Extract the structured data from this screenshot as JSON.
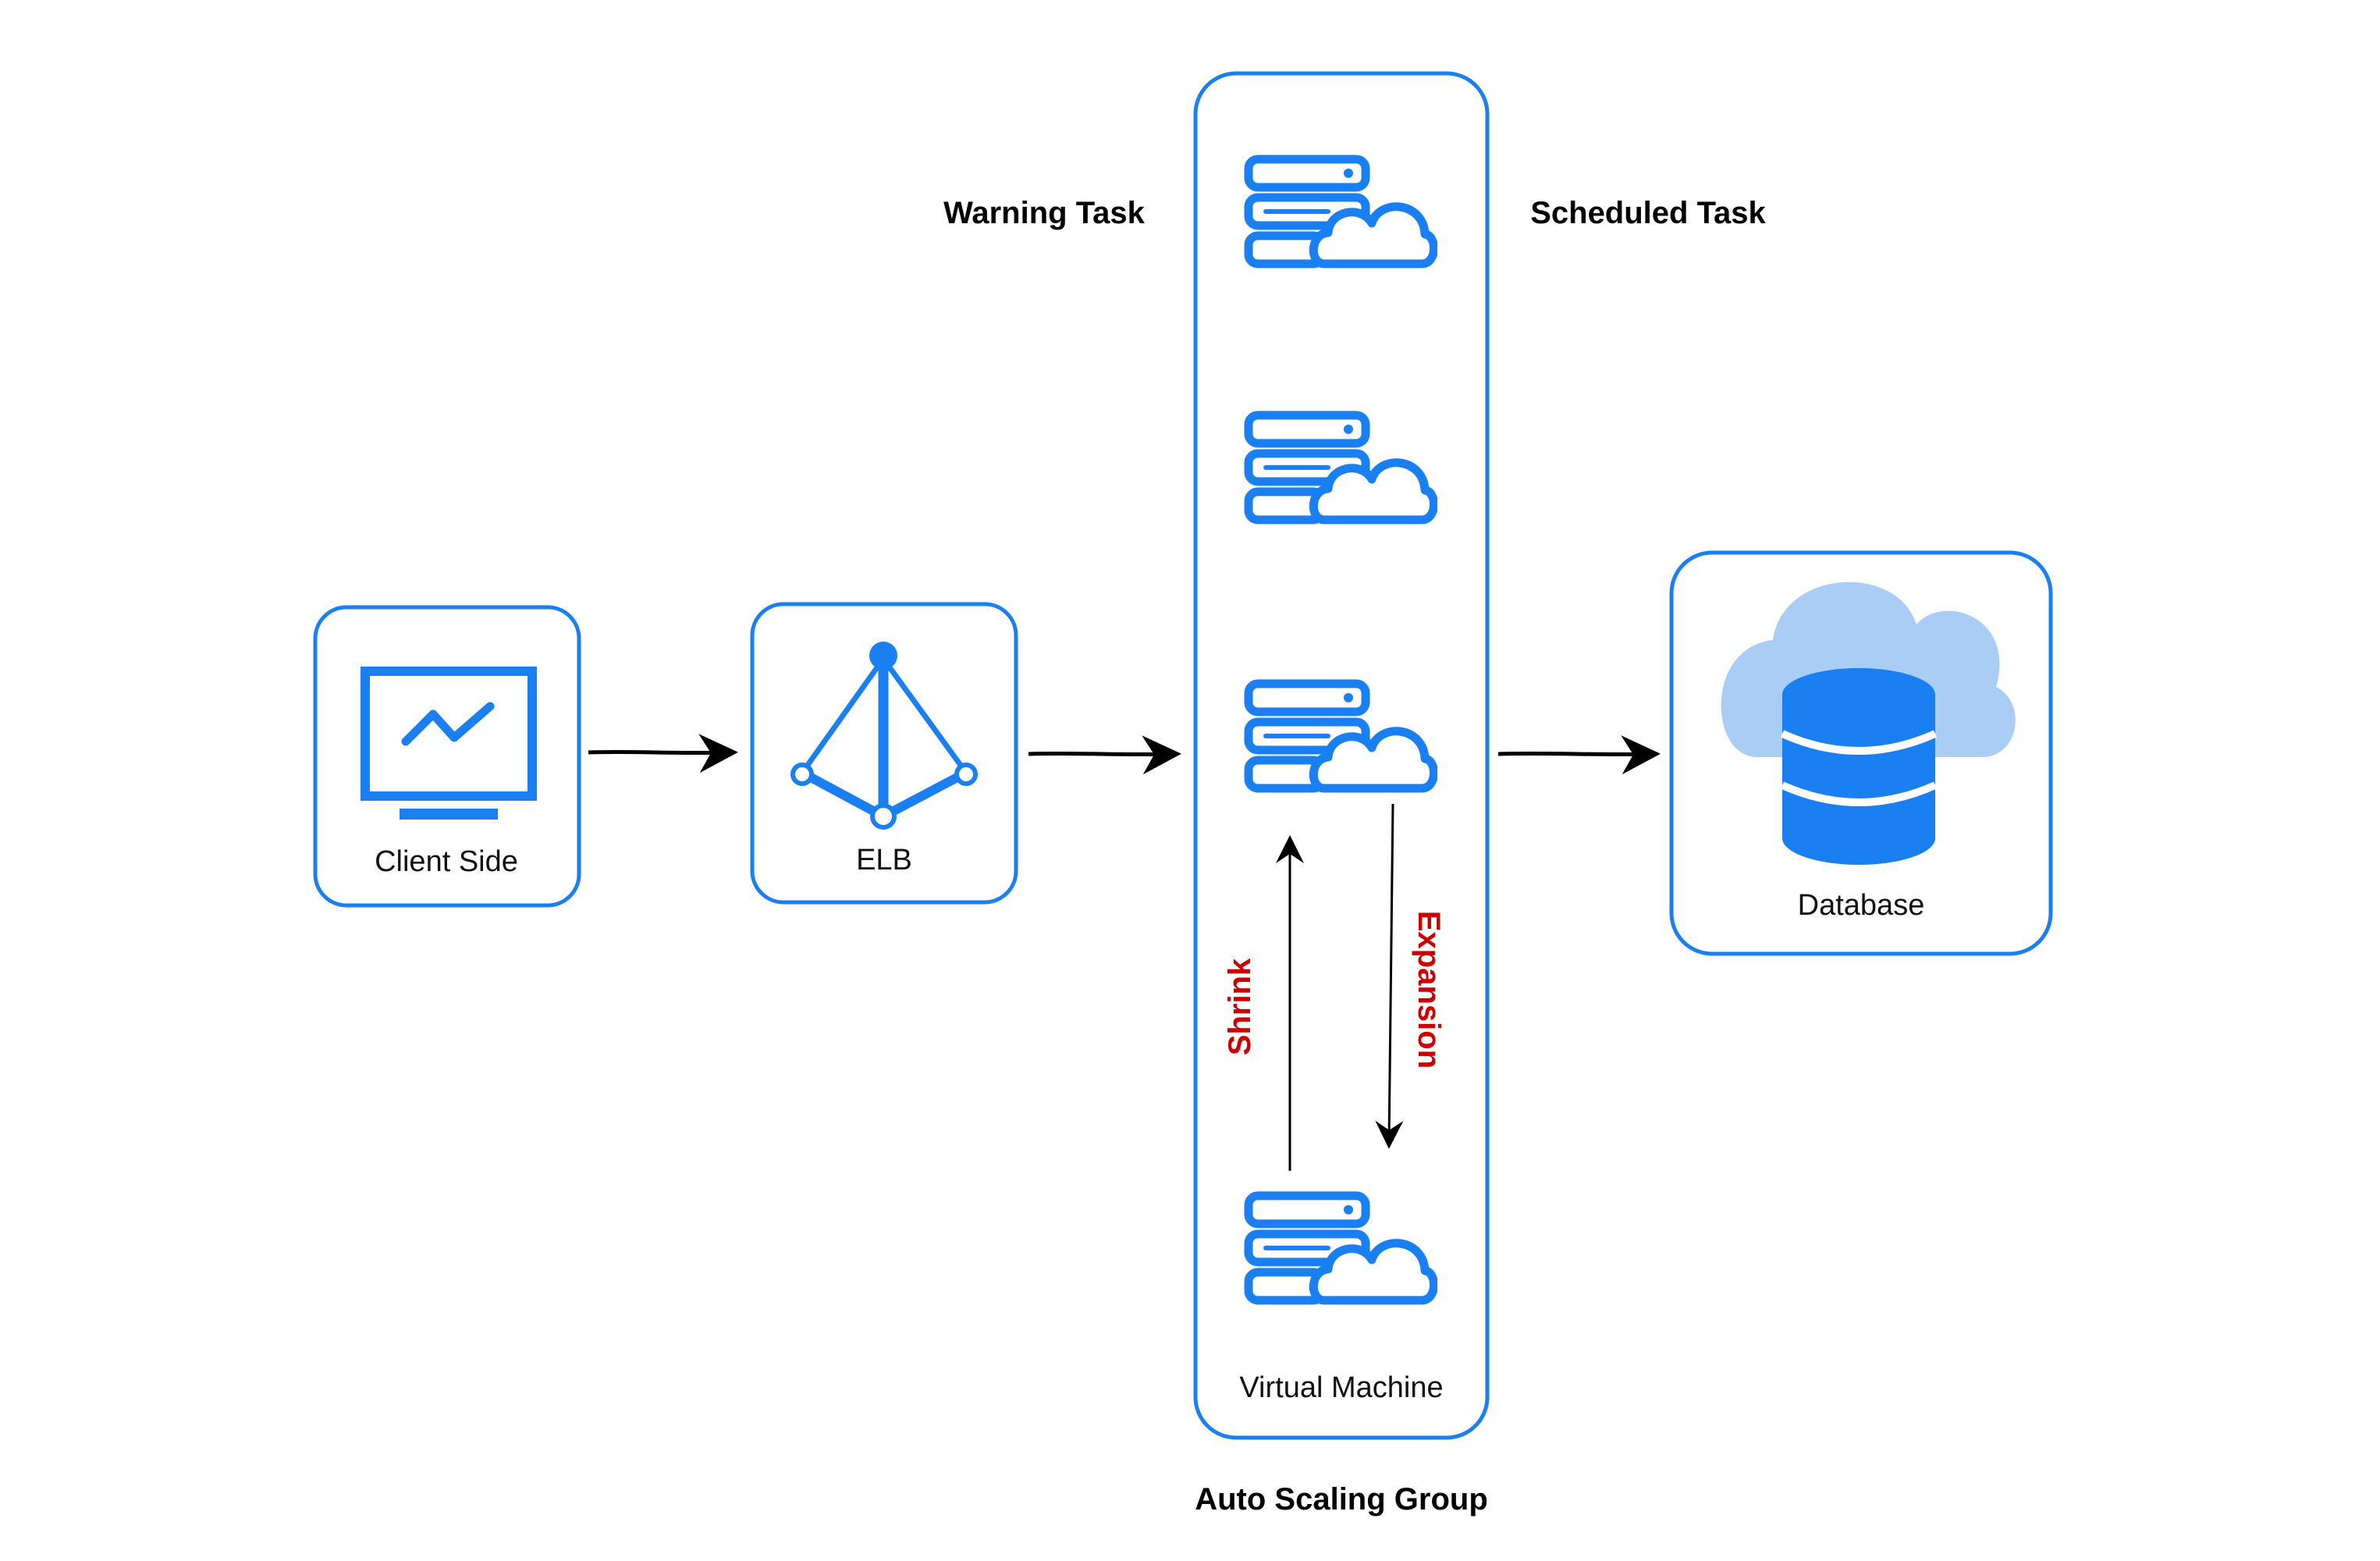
{
  "nodes": {
    "client": {
      "label": "Client Side",
      "icon": "monitor-chart-icon"
    },
    "elb": {
      "label": "ELB",
      "icon": "load-balancer-icon"
    },
    "asg": {
      "title": "Auto Scaling Group",
      "vm_label": "Virtual Machine",
      "server_icon": "server-cloud-icon"
    },
    "database": {
      "label": "Database",
      "icon": "cloud-database-icon"
    }
  },
  "annotations": {
    "warning_task": "Warning Task",
    "scheduled_task": "Scheduled Task",
    "shrink": "Shrink",
    "expansion": "Expansion"
  },
  "colors": {
    "primary": "#1a7ff0",
    "cloud": "#a9cdf5",
    "annotation": "#cc0000"
  },
  "edges": [
    {
      "from": "Client Side",
      "to": "ELB"
    },
    {
      "from": "ELB",
      "to": "Auto Scaling Group"
    },
    {
      "from": "Auto Scaling Group",
      "to": "Database"
    }
  ]
}
